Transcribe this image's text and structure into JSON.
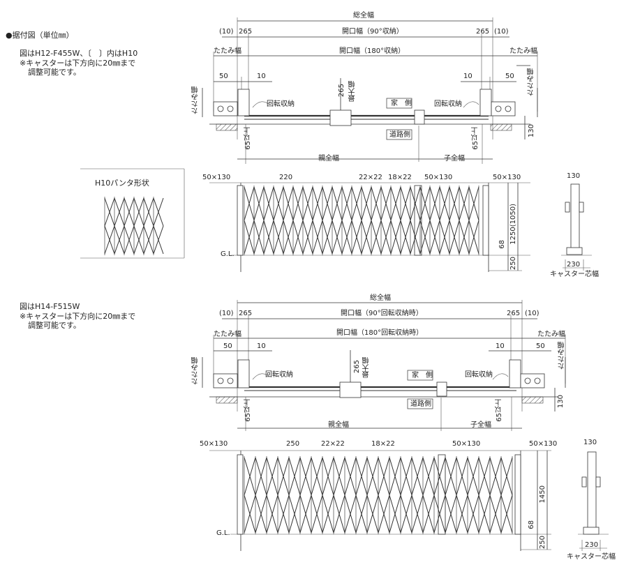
{
  "header": {
    "title": "●据付図（単位㎜）",
    "note1_line1": "図はH12-F455W、〔　〕内はH10",
    "note1_line2": "※キャスターは下方向に20㎜まで",
    "note1_line3": "調整可能です。",
    "note2_line1": "図はH14-F515W",
    "note2_line2": "※キャスターは下方向に20㎜まで",
    "note2_line3": "調整可能です。"
  },
  "inset": {
    "title": "H10パンタ形状"
  },
  "plan1": {
    "total_width": "総全幅",
    "opening_90": "開口幅（90°収納）",
    "opening_180": "開口幅（180°収納）",
    "left_10": "(10)",
    "left_265": "265",
    "right_265": "265",
    "right_10": "(10)",
    "fold_width_l": "たたみ幅",
    "fold_width_r": "たたみ幅",
    "d50_l": "50",
    "d10_l": "10",
    "d10_r": "10",
    "d50_r": "50",
    "fold_v_l": "たたみ幅",
    "fold_v_r": "たたみ幅",
    "rot_l": "回転収納",
    "rot_r": "回転収納",
    "d265": "265",
    "max_w": "最大幅",
    "house_side": "家　側",
    "road_side": "道路側",
    "min65_l": "65以上",
    "min65_r": "65以上",
    "d130": "130",
    "parent_w": "親全幅",
    "child_w": "子全幅"
  },
  "elev1": {
    "d50x130_l": "50×130",
    "d220": "220",
    "d22x22": "22×22",
    "d18x22": "18×22",
    "d50x130_m": "50×130",
    "d50x130_r": "50×130",
    "gl": "G.L.",
    "h1250": "1250(1050)",
    "d68": "68",
    "d250": "250",
    "side_130": "130",
    "side_230": "230",
    "caster": "キャスター芯幅"
  },
  "plan2": {
    "total_width": "総全幅",
    "opening_90": "開口幅（90°回転収納時）",
    "opening_180": "開口幅（180°回転収納時）",
    "left_10": "(10)",
    "left_265": "265",
    "right_265": "265",
    "right_10": "(10)",
    "fold_width_l": "たたみ幅",
    "fold_width_r": "たたみ幅",
    "d50_l": "50",
    "d10_l": "10",
    "d10_r": "10",
    "d50_r": "50",
    "fold_v_l": "たたみ幅",
    "fold_v_r": "たたみ幅",
    "rot_l": "回転収納",
    "rot_r": "回転収納",
    "d265": "265",
    "max_w": "最大幅",
    "house_side": "家　側",
    "road_side": "道路側",
    "min65_l": "65以上",
    "min65_r": "65以上",
    "d130": "130",
    "parent_w": "親全幅",
    "child_w": "子全幅"
  },
  "elev2": {
    "d50x130_l": "50×130",
    "d250": "250",
    "d22x22": "22×22",
    "d18x22": "18×22",
    "d50x130_m": "50×130",
    "d50x130_r": "50×130",
    "gl": "G.L.",
    "h1450": "1450",
    "d68": "68",
    "d250b": "250",
    "side_130": "130",
    "side_230": "230",
    "caster": "キャスター芯幅"
  }
}
